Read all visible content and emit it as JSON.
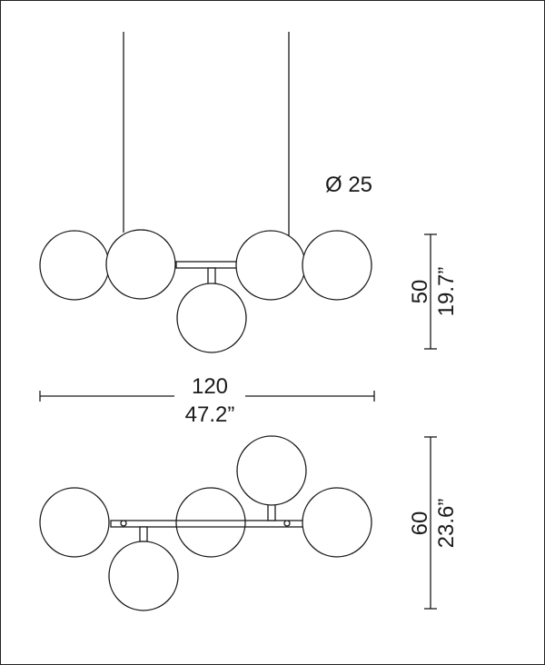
{
  "diagram": {
    "diameter_label": "Ø 25",
    "width_cm": "120",
    "width_in": "47.2”",
    "side_height_cm": "50",
    "side_height_in": "19.7”",
    "top_depth_cm": "60",
    "top_depth_in": "23.6”"
  }
}
